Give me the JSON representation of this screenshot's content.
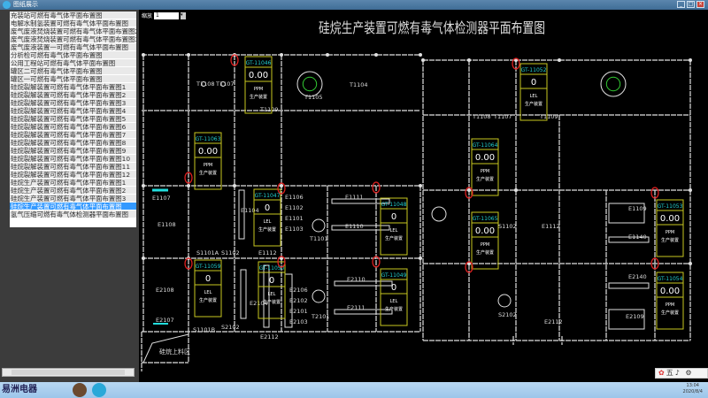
{
  "window": {
    "title": "图纸展示"
  },
  "sidebar": {
    "items": [
      "充装站可燃有毒气体平面布置图",
      "电解水制氢装置可燃有毒气体平面布置图",
      "废气废液焚烧装置可燃有毒气体平面布置图2",
      "废气废液焚烧装置可燃有毒气体平面布置图3",
      "废气废液装置一可燃有毒气体平面布置图",
      "分析检可燃有毒气体平面布置图",
      "公用工程站可燃有毒气体平面布置图",
      "罐区二可燃有毒气体平面布置图",
      "罐区一可燃有毒气体平面布置图",
      "硅烷裂解装置可燃有毒气体平面布置图1",
      "硅烷裂解装置可燃有毒气体平面布置图2",
      "硅烷裂解装置可燃有毒气体平面布置图3",
      "硅烷裂解装置可燃有毒气体平面布置图4",
      "硅烷裂解装置可燃有毒气体平面布置图5",
      "硅烷裂解装置可燃有毒气体平面布置图6",
      "硅烷裂解装置可燃有毒气体平面布置图7",
      "硅烷裂解装置可燃有毒气体平面布置图8",
      "硅烷裂解装置可燃有毒气体平面布置图9",
      "硅烷裂解装置可燃有毒气体平面布置图10",
      "硅烷裂解装置可燃有毒气体平面布置图11",
      "硅烷裂解装置可燃有毒气体平面布置图12",
      "硅烷生产装置可燃有毒气体平面布置图1",
      "硅烷生产装置可燃有毒气体平面布置图2",
      "硅烷生产装置可燃有毒气体平面布置图3",
      "硅烷生产装置可燃有毒气体平面布置图",
      "氢气压缩可燃有毒气体检测器平面布置图"
    ],
    "selected_index": 24
  },
  "toolbar": {
    "zoom_label": "缩放",
    "zoom_value": "1"
  },
  "drawing": {
    "title": "硅烷生产装置可燃有毒气体检测器平面布置图"
  },
  "detectors": [
    {
      "id": "GT-11046",
      "value": "0.00",
      "unit": "PPM",
      "desc": "生产装置"
    },
    {
      "id": "GT-11063",
      "value": "0.00",
      "unit": "PPM",
      "desc": "生产装置"
    },
    {
      "id": "GT-11047",
      "value": "0",
      "unit": "LEL",
      "desc": "生产装置"
    },
    {
      "id": "GT-11048",
      "value": "0",
      "unit": "LEL",
      "desc": "生产装置"
    },
    {
      "id": "GT-11059",
      "value": "0",
      "unit": "LEL",
      "desc": "生产装置"
    },
    {
      "id": "GT-11050",
      "value": "0",
      "unit": "LEL",
      "desc": "生产装置"
    },
    {
      "id": "GT-11049",
      "value": "0",
      "unit": "LEL",
      "desc": "生产装置"
    },
    {
      "id": "GT-11052",
      "value": "0",
      "unit": "LEL",
      "desc": "生产装置"
    },
    {
      "id": "GT-11064",
      "value": "0.00",
      "unit": "PPM",
      "desc": "生产装置"
    },
    {
      "id": "GT-11065",
      "value": "0.00",
      "unit": "PPM",
      "desc": "生产装置"
    },
    {
      "id": "GT-11053",
      "value": "0.00",
      "unit": "PPM",
      "desc": "生产装置"
    },
    {
      "id": "GT-11054",
      "value": "0.00",
      "unit": "PPM",
      "desc": "生产装置"
    }
  ],
  "equipment_labels": [
    "T1108",
    "T1107",
    "T1105",
    "T1104",
    "T1109",
    "E1107",
    "E1108",
    "E1104",
    "E1106",
    "E1102",
    "E1101",
    "E1103",
    "T1101",
    "E1111",
    "E1110",
    "E1112",
    "S1101A",
    "S1102",
    "E2108",
    "E2107",
    "E2104",
    "S1101B",
    "S2102",
    "E2106",
    "E2102",
    "E2101",
    "E2103",
    "T2101",
    "E2110",
    "E2111",
    "E2112",
    "T1108",
    "T1107",
    "T1109",
    "S1102",
    "E1112",
    "E1109",
    "E1140",
    "E2140",
    "E2109",
    "S2102",
    "E2112",
    "硅烷上料区"
  ],
  "colors": {
    "detector_box": "#c8c820",
    "detector_id": "#22d0d0",
    "alarm_marker": "#e02020",
    "wall": "#e0e0e0"
  },
  "taskbar": {
    "start_label": "易洲电器",
    "time": "13:04",
    "date": "2020/8/4"
  },
  "ime": {
    "label": "五"
  }
}
